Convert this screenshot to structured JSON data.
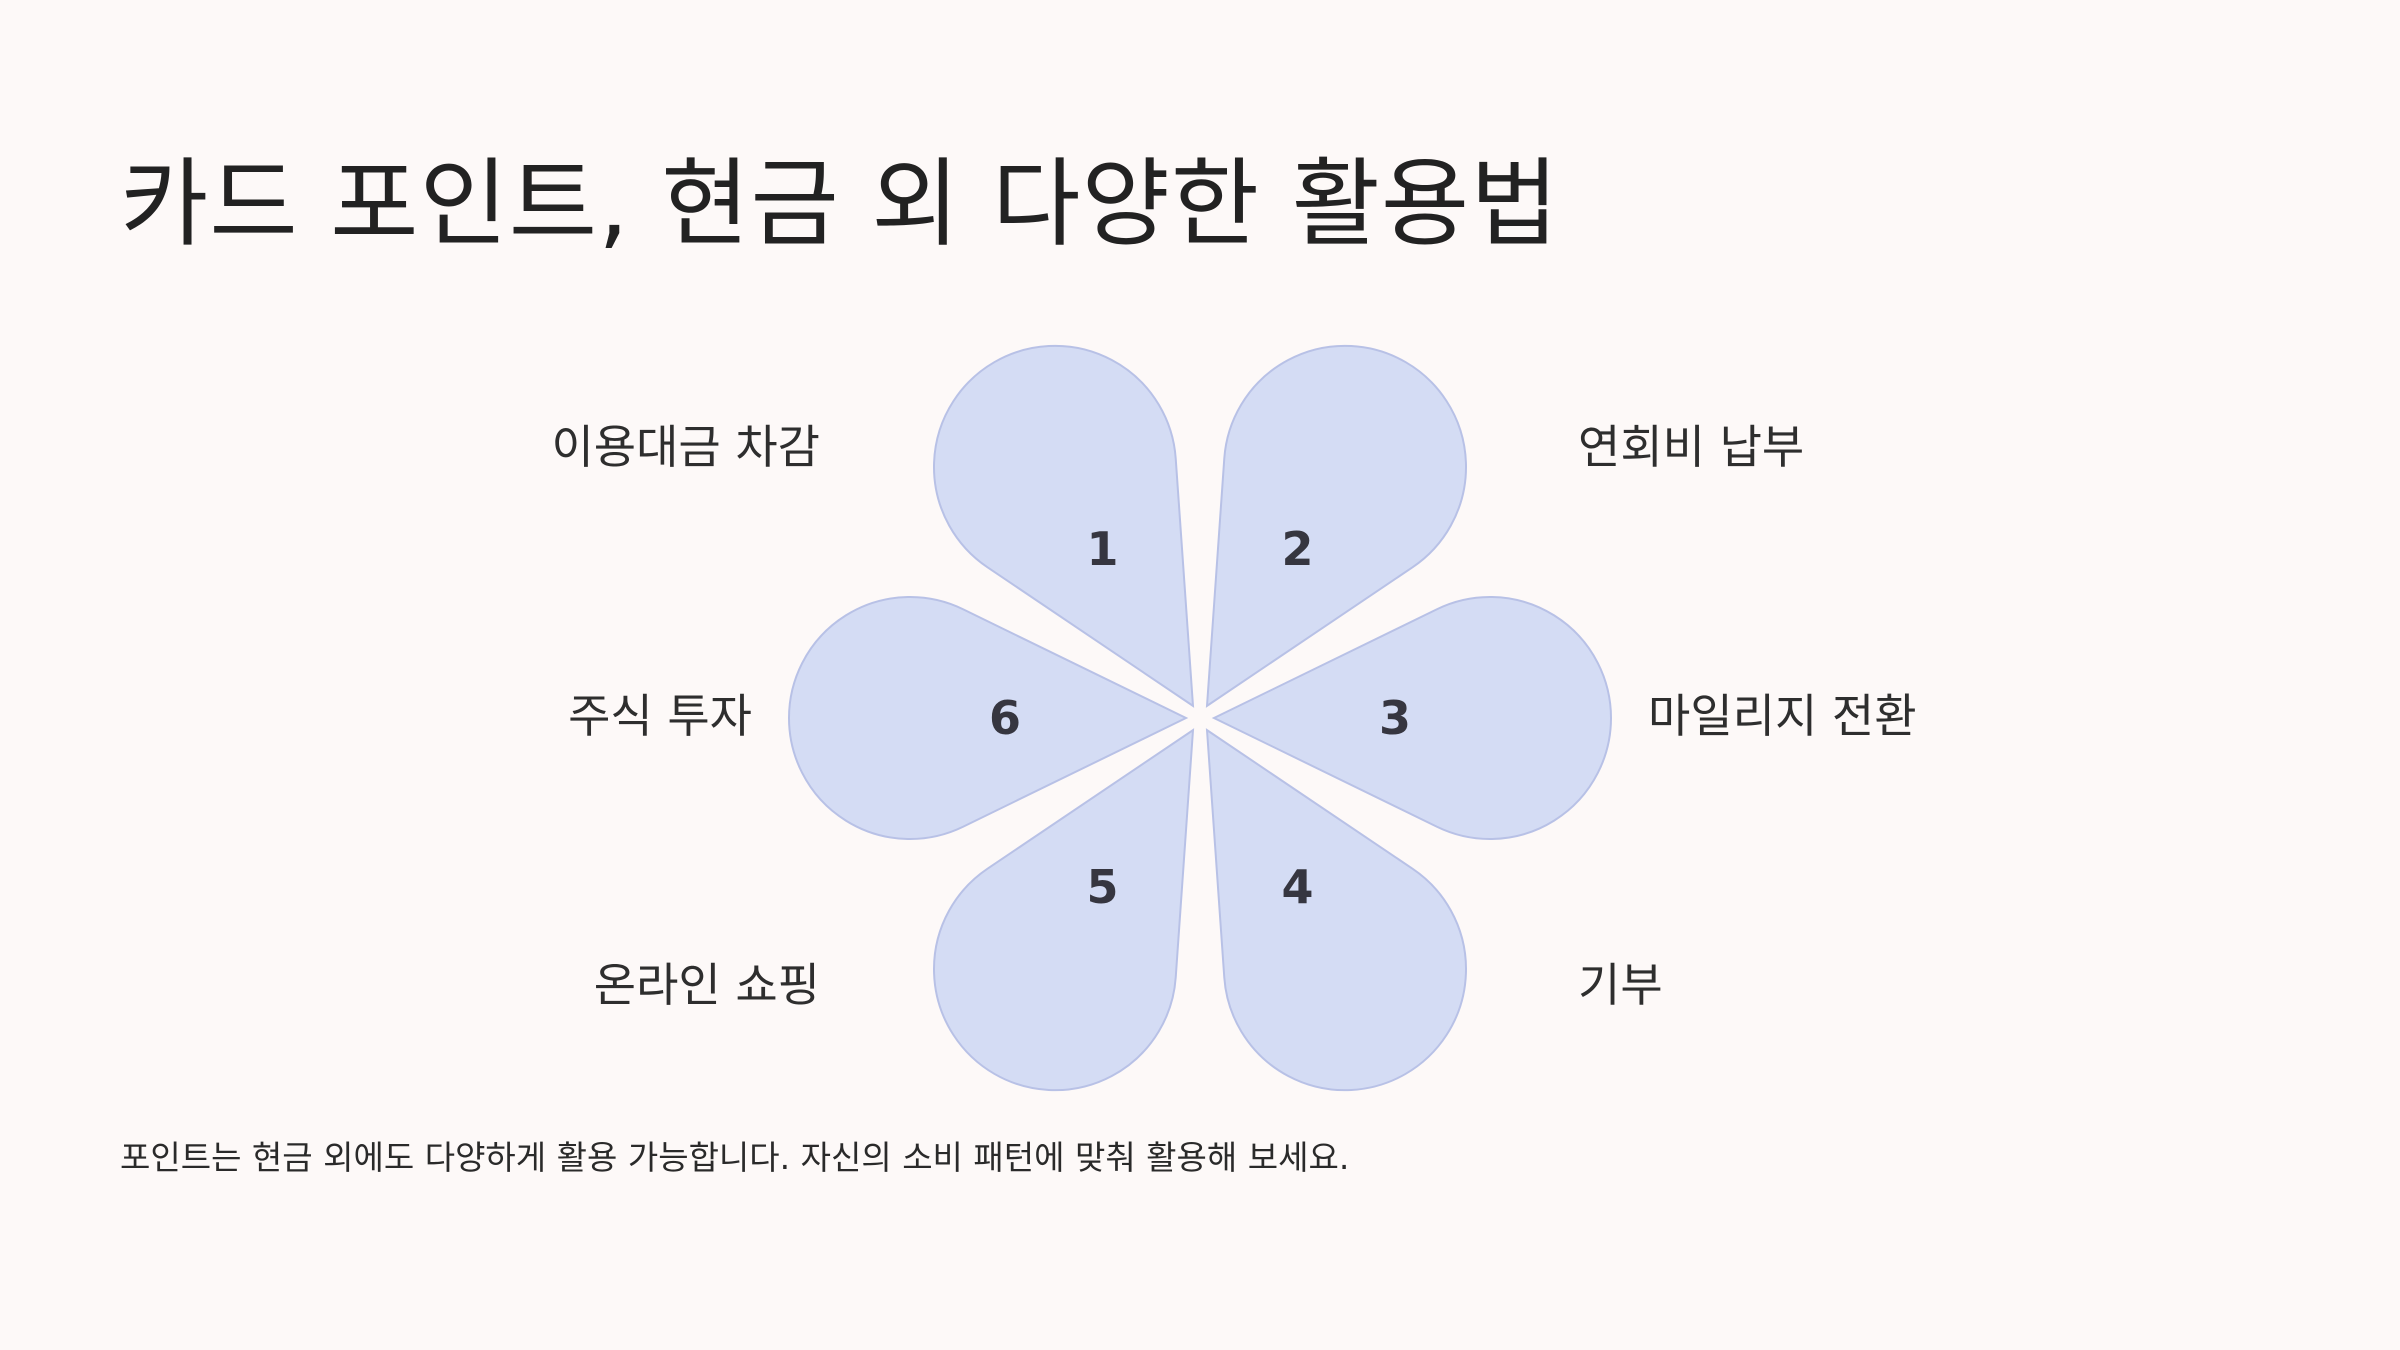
{
  "title": "카드 포인트, 현금 외 다양한 활용법",
  "petals": [
    {
      "number": "1",
      "label": "이용대금 차감"
    },
    {
      "number": "2",
      "label": "연회비 납부"
    },
    {
      "number": "3",
      "label": "마일리지 전환"
    },
    {
      "number": "4",
      "label": "기부"
    },
    {
      "number": "5",
      "label": "온라인 쇼핑"
    },
    {
      "number": "6",
      "label": "주식 투자"
    }
  ],
  "footer": "포인트는 현금 외에도 다양하게 활용 가능합니다. 자신의 소비 패턴에 맞춰 활용해 보세요.",
  "colors": {
    "background": "#fdf9f8",
    "petal_fill": "#d4dcf4",
    "petal_stroke": "#b8c1e6",
    "text": "#262626"
  }
}
